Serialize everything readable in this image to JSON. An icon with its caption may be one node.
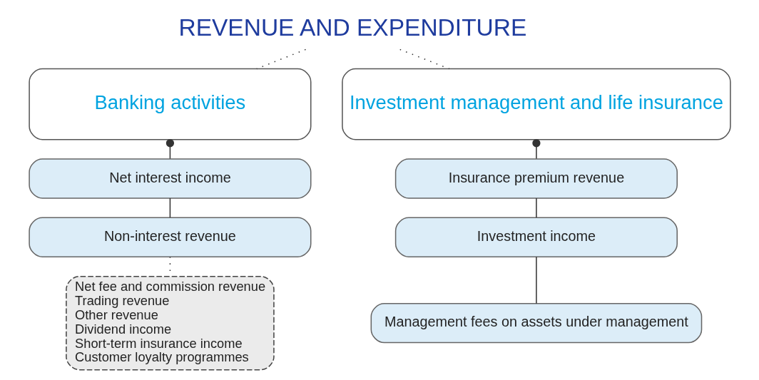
{
  "diagram": {
    "nodes": [
      {
        "text": [
          "REVENUE AND EXPENDITURE"
        ]
      },
      {
        "text": [
          "Banking activities"
        ]
      },
      {
        "text": [
          "Net interest income"
        ]
      },
      {
        "text": [
          "Non-interest revenue"
        ]
      },
      {
        "text": [
          "Net fee and commission revenue",
          "Trading revenue",
          "Other revenue",
          "Dividend income",
          "Short-term insurance income",
          "Customer loyalty programmes"
        ]
      },
      {
        "text": [
          "Investment management and life insurance"
        ]
      },
      {
        "text": [
          "Insurance premium revenue"
        ]
      },
      {
        "text": [
          "Investment income"
        ]
      },
      {
        "text": [
          "Management fees on assets under management"
        ]
      }
    ],
    "edges": [
      {
        "from": 0,
        "to": 1,
        "arrow": "none",
        "style": "dashed"
      },
      {
        "from": 0,
        "to": 5,
        "arrow": "none",
        "style": "dashed"
      },
      {
        "from": 1,
        "to": 2,
        "arrow": "other"
      },
      {
        "from": 2,
        "to": 3,
        "arrow": "none"
      },
      {
        "from": 3,
        "to": 4,
        "arrow": "none",
        "style": "dashed"
      },
      {
        "from": 5,
        "to": 6,
        "arrow": "other"
      },
      {
        "from": 6,
        "to": 7,
        "arrow": "none"
      },
      {
        "from": 7,
        "to": 8,
        "arrow": "none"
      }
    ]
  }
}
